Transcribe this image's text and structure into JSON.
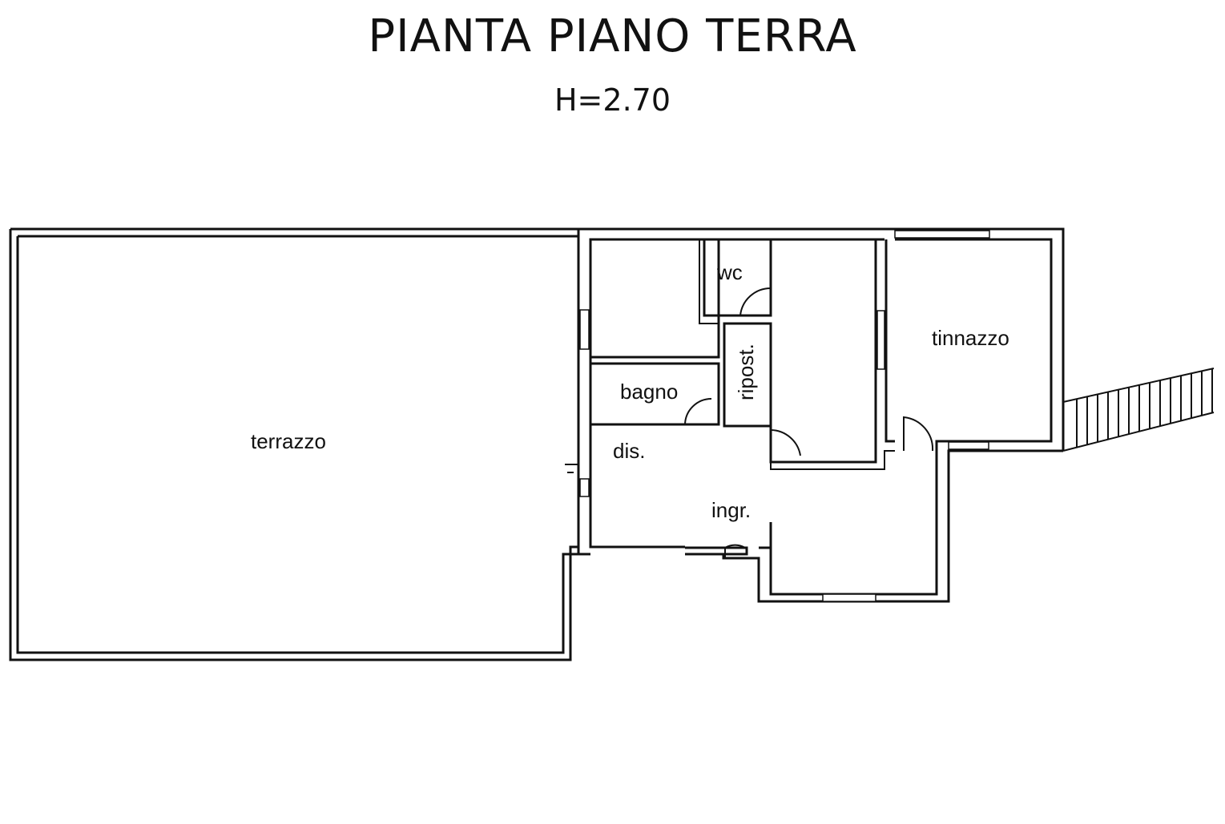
{
  "title": "PIANTA PIANO TERRA",
  "subtitle": "H=2.70",
  "rooms": {
    "terrazzo": "terrazzo",
    "wc": "wc",
    "ripost": "ripost.",
    "bagno": "bagno",
    "dis": "dis.",
    "ingr": "ingr.",
    "tinnazzo": "tinnazzo"
  },
  "colors": {
    "line": "#111111",
    "background": "#ffffff"
  }
}
